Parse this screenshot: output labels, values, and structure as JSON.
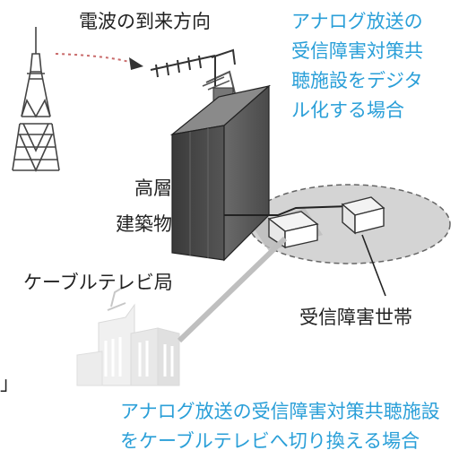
{
  "labels": {
    "radio_direction": "電波の到来方向",
    "building": [
      "高層",
      "建築物"
    ],
    "cable_station": "ケーブルテレビ局",
    "affected_households": "受信障害世帯",
    "case_digital": [
      "アナログ放送の",
      "受信障害対策共",
      "聴施設をデジタ",
      "ル化する場合"
    ],
    "case_cable": [
      "アナログ放送の受信障害対策共聴施設",
      "をケーブルテレビへ切り換える場合"
    ],
    "edge_mark": "」"
  },
  "colors": {
    "accent": "#2a9fd8",
    "text": "#222222",
    "building_dark": "#4a4a4a",
    "shadow_area": "#d4d4d4"
  }
}
